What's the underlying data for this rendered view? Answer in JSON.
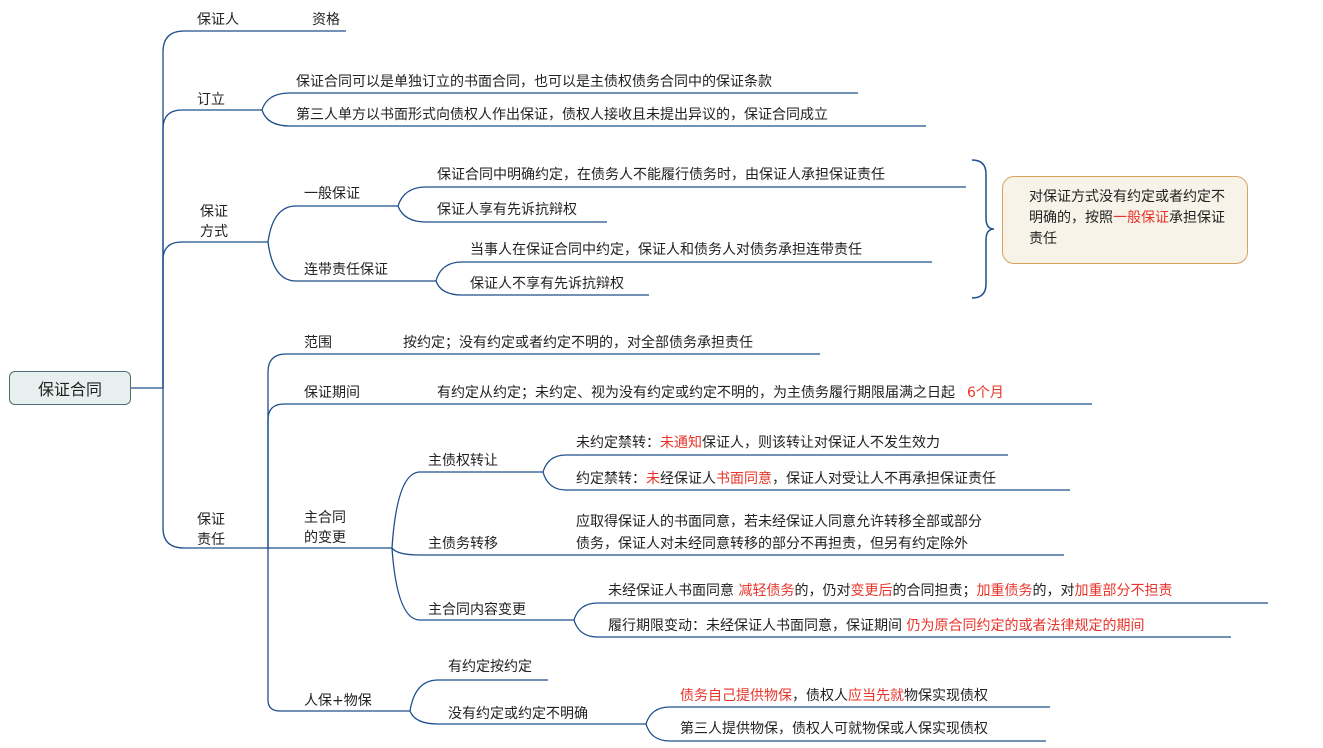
{
  "root": "保证合同",
  "guarantor": {
    "label": "保证人",
    "child": "资格"
  },
  "establish": {
    "label": "订立",
    "items": [
      "保证合同可以是单独订立的书面合同，也可以是主债权债务合同中的保证条款",
      "第三人单方以书面形式向债权人作出保证，债权人接收且未提出异议的，保证合同成立"
    ]
  },
  "mode": {
    "label_1": "保证",
    "label_2": "方式",
    "general": {
      "label": "一般保证",
      "items": [
        "保证合同中明确约定，在债务人不能履行债务时，由保证人承担保证责任",
        "保证人享有先诉抗辩权"
      ]
    },
    "joint": {
      "label": "连带责任保证",
      "items": [
        "当事人在保证合同中约定，保证人和债务人对债务承担连带责任",
        "保证人不享有先诉抗辩权"
      ]
    },
    "note": {
      "p1": "对保证方式没有约定或者约定不明确的，按照",
      "r1": "一般保证",
      "p2": "承担保证责任"
    }
  },
  "liability": {
    "label_1": "保证",
    "label_2": "责任",
    "scope": {
      "label": "范围",
      "text": "按约定；没有约定或者约定不明的，对全部债务承担责任"
    },
    "period": {
      "label": "保证期间",
      "text": "有约定从约定；未约定、视为没有约定或约定不明的，为主债务履行期限届满之日起",
      "red": "6个月"
    },
    "change": {
      "label_1": "主合同",
      "label_2": "的变更",
      "assign": {
        "label": "主债权转让",
        "a_p1": "未约定禁转：",
        "a_r1": "未通知",
        "a_p2": "保证人，则该转让对保证人不发生效力",
        "b_p1": "约定禁转：",
        "b_r1": "未",
        "b_p2": "经保证人",
        "b_r2": "书面同意",
        "b_p3": "，保证人对受让人不再承担保证责任"
      },
      "transfer": {
        "label": "主债务转移",
        "line1": "应取得保证人的书面同意，若未经保证人同意允许转移全部或部分",
        "line2": "债务，保证人对未经同意转移的部分不再担责，但另有约定除外"
      },
      "content": {
        "label": "主合同内容变更",
        "a_p1": "未经保证人书面同意 ",
        "a_r1": "减轻债务",
        "a_p2": "的，仍对",
        "a_r2": "变更后",
        "a_p3": "的合同担责；",
        "a_r3": "加重债务",
        "a_p4": "的，对",
        "a_r4": "加重部分不担责",
        "b_p1": "履行期限变动：未经保证人书面同意，保证期间 ",
        "b_r1": "仍为原合同约定的或者法律规定的期间"
      }
    },
    "mixed": {
      "label": "人保+物保",
      "agreed": "有约定按约定",
      "unagreed": {
        "label": "没有约定或约定不明确",
        "a_r1": "债务自己提供物保",
        "a_p1": "，债权人",
        "a_r2": "应当先就",
        "a_p2": "物保实现债权",
        "b": "第三人提供物保，债权人可就物保或人保实现债权"
      }
    }
  }
}
